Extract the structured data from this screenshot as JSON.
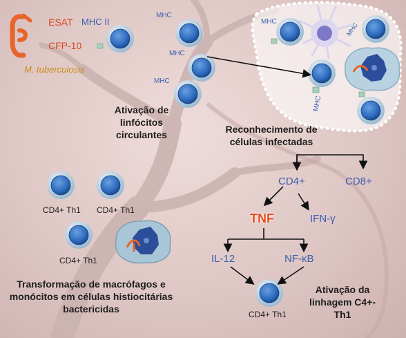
{
  "antigens": {
    "esat": "ESAT",
    "cfp": "CFP-10",
    "organism": "M. tuberculosis"
  },
  "mhc": {
    "mhc2": "MHC II",
    "mhc": "MHC"
  },
  "activation": "Ativação de linfócitos circulantes",
  "recognition": "Reconhecimento de células infectadas",
  "cells": {
    "cd4": "CD4+",
    "cd8": "CD8+",
    "tnf": "TNF",
    "ifn": "IFN-γ",
    "il12": "IL-12",
    "nfkb": "NF-κB"
  },
  "th1": "CD4+ Th1",
  "transformation": "Transformação de macrófagos e monócitos em células histiocitárias bactericidas",
  "lineage": "Ativação da linhagem C4+-Th1",
  "colors": {
    "cell_fill": "#3b78c9",
    "cell_ring": "#b8cfe0",
    "receptor": "#e6652a",
    "mhc_block": "#a9cfbd",
    "text_blue": "#3a5fae",
    "tnf": "#e84c1a"
  }
}
